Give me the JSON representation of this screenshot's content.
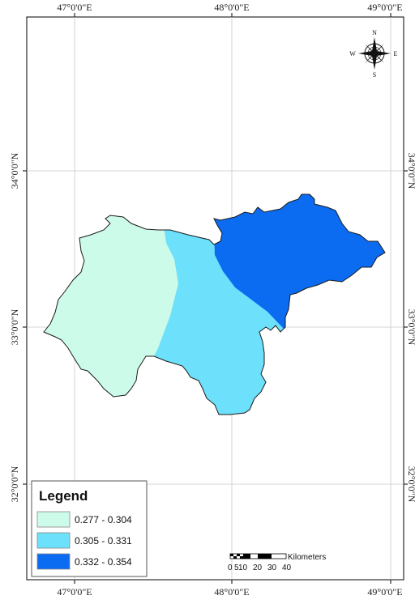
{
  "graticule": {
    "top": [
      "47°0'0\"E",
      "48°0'0\"E",
      "49°0'0\"E"
    ],
    "bottom": [
      "47°0'0\"E",
      "48°0'0\"E",
      "49°0'0\"E"
    ],
    "left": [
      "34°0'0\"N",
      "33°0'0\"N",
      "32°0'0\"N"
    ],
    "right": [
      "34°0'0\"N",
      "33°0'0\"N",
      "32°0'0\"N"
    ]
  },
  "compass": {
    "n": "N",
    "s": "S",
    "e": "E",
    "w": "W"
  },
  "legend": {
    "title": "Legend",
    "classes": [
      {
        "label": "0.277 - 0.304",
        "color": "#ccfbe9"
      },
      {
        "label": "0.305 - 0.331",
        "color": "#6de0fb"
      },
      {
        "label": "0.332 - 0.354",
        "color": "#0b6cf2"
      }
    ]
  },
  "scalebar": {
    "unit": "Kilometers",
    "ticks": [
      "0",
      "5",
      "10",
      "20",
      "30",
      "40"
    ]
  },
  "colors": {
    "frame": "#000000",
    "gridline": "#c8c8c8",
    "boundary": "#1a1a1a"
  }
}
